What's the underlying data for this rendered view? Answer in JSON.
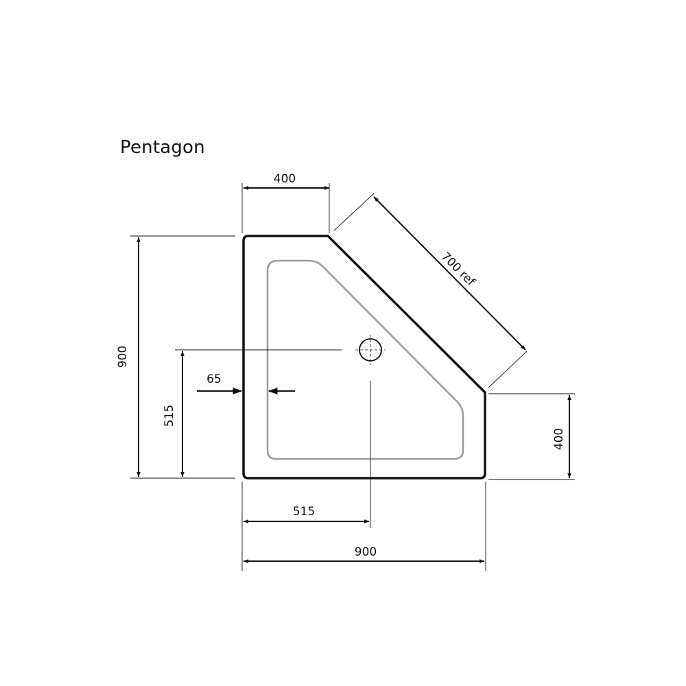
{
  "title": "Pentagon",
  "dimensions": {
    "top_width": "400",
    "diagonal": "700 ref",
    "overall_height": "900",
    "waste_height": "515",
    "inset": "65",
    "right_height": "400",
    "waste_width": "515",
    "overall_width": "900"
  },
  "colors": {
    "outline": "#111111",
    "inner_line": "#9a9a9a",
    "background": "#ffffff"
  }
}
